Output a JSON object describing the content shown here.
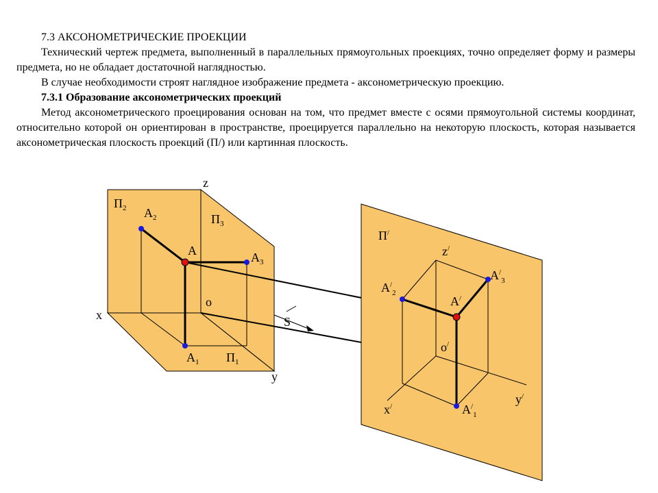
{
  "text": {
    "heading": "7.3 АКСОНОМЕТРИЧЕСКИЕ ПРОЕКЦИИ",
    "para1": "Технический чертеж предмета, выполненный в параллельных прямоугольных проекциях, точно определяет форму и размеры предмета, но не обладает достаточной наглядностью.",
    "para2": "В случае необходимости строят наглядное изображение предмета - аксонометрическую проекцию.",
    "subheading": "7.3.1 Образование аксонометрических проекций",
    "para3": "Метод аксонометрического проецирования основан на том, что предмет вместе с осями прямоугольной системы координат, относительно которой он ориентирован в пространстве, проецируется параллельно на некоторую плоскость, которая называется аксонометрическая плоскость проекций (П/) или картинная плоскость."
  },
  "figure": {
    "colors": {
      "plane_fill": "#f8c56a",
      "point_blue": "#1a1adf",
      "point_red": "#e01010",
      "line": "#000000"
    },
    "labels": {
      "z": "z",
      "x": "x",
      "y": "y",
      "o": "o",
      "pi2": "П",
      "pi2_sub": "2",
      "pi3": "П",
      "pi3_sub": "3",
      "pi1": "П",
      "pi1_sub": "1",
      "a": "A",
      "a2": "A",
      "a2_sub": "2",
      "a3": "A",
      "a3_sub": "3",
      "a1": "A",
      "a1_sub": "1",
      "s": "S",
      "pi_prime": "П",
      "prime": "/",
      "z_prime": "z",
      "x_prime": "x",
      "y_prime": "y",
      "o_prime": "o",
      "a_prime": "A",
      "a2_prime": "A",
      "a2_prime_sub": "2",
      "a3_prime": "A",
      "a3_prime_sub": "3",
      "a1_prime": "A",
      "a1_prime_sub": "1"
    }
  }
}
